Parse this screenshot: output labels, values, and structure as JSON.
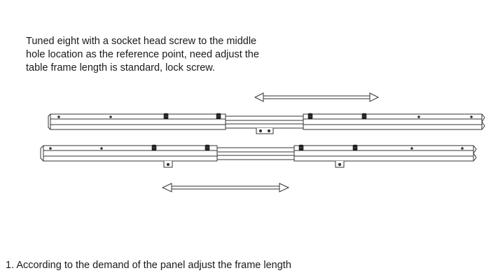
{
  "instruction": {
    "lines": [
      "Tuned eight with a socket head screw to the middle",
      "hole location as the reference point, need adjust the",
      "table frame length is standard, lock screw."
    ]
  },
  "caption": "1. According to the demand of the panel adjust the frame length",
  "icons": {
    "arrow": "double-headed-arrow-icon",
    "screw": "socket-head-screw-icon",
    "tab": "mounting-tab-icon"
  }
}
